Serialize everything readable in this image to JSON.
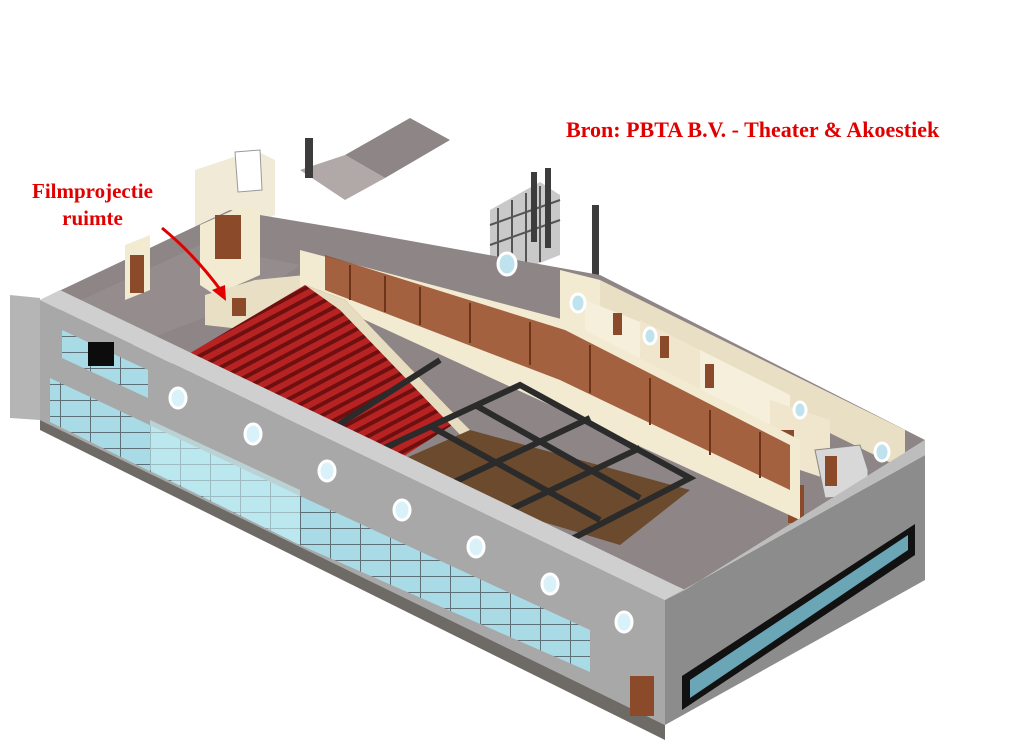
{
  "source_credit": "Bron: PBTA B.V. - Theater & Akoestiek",
  "callout": {
    "line1": "Filmprojectie",
    "line2": "ruimte"
  },
  "colors": {
    "annotation": "#e00000",
    "wall_exterior": "#a8a8a8",
    "wall_dark": "#8c8c8c",
    "floor_grey": "#8d8586",
    "interior_wall": "#f3ead2",
    "seats": "#9e1d1d",
    "stage_floor": "#6b4a2d",
    "truss": "#2b2b2b",
    "glass": "#9fd3df",
    "wood_panel": "#9a5230"
  },
  "icons": [
    "arrow-icon"
  ]
}
